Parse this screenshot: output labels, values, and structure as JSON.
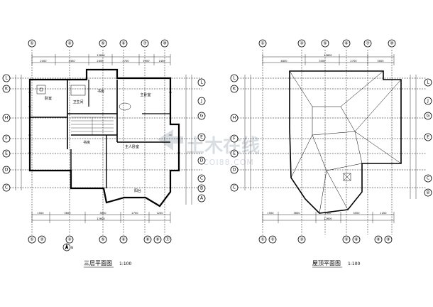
{
  "drawings": {
    "third_floor": {
      "title": "三层平面图",
      "scale": "1:100",
      "top_axes": [
        "①",
        "③",
        "⑤",
        "⑥",
        "⑦",
        "⑩"
      ],
      "bottom_axes": [
        "①",
        "②",
        "③",
        "⑤",
        "⑥",
        "⑧",
        "⑨",
        "⑪"
      ],
      "left_axes": [
        "L",
        "K",
        "H",
        "F",
        "E",
        "D",
        "C"
      ],
      "right_axes": [
        "L",
        "J",
        "G",
        "E",
        "D",
        "C",
        "B",
        "A"
      ],
      "top_dims": [
        "2400",
        "3300",
        "2400",
        "2700",
        "1500",
        "1400"
      ],
      "top_total": "13800",
      "bottom_dims": [
        "1500",
        "3600",
        "3600",
        "2700",
        "1200"
      ],
      "bottom_total": "12600",
      "rooms": [
        "书房",
        "卧室",
        "卫生间",
        "主卧室",
        "书房",
        "主人卧室",
        "阳台"
      ]
    },
    "roof": {
      "title": "屋顶平面图",
      "scale": "1:100",
      "top_axes": [
        "①",
        "③",
        "⑤",
        "⑥",
        "⑦",
        "⑩"
      ],
      "bottom_axes": [
        "①",
        "②",
        "③",
        "⑤",
        "⑥",
        "⑧",
        "⑨"
      ],
      "left_axes": [
        "L",
        "K",
        "H",
        "F",
        "E",
        "D",
        "C"
      ],
      "right_axes": [
        "L",
        "J",
        "G",
        "E",
        "C",
        "B"
      ],
      "top_dims": [
        "4800",
        "3300",
        "2700",
        "3000"
      ],
      "top_total": "13800",
      "bottom_dims": [
        "1500",
        "3600",
        "2400",
        "3000",
        "1200"
      ],
      "bottom_total": "12600"
    }
  },
  "north_symbol": "N",
  "watermark": {
    "text": "土木在线",
    "sub": "COI88.COM"
  }
}
